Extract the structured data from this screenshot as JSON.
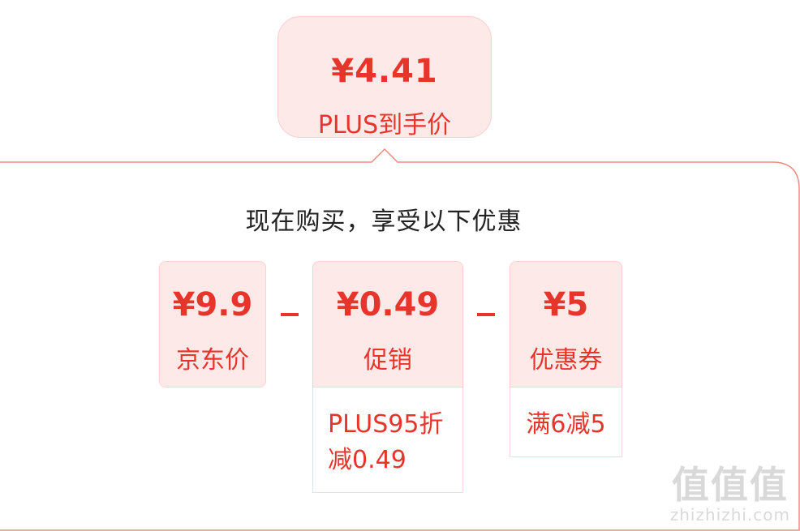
{
  "price_bubble": {
    "amount": "¥4.41",
    "label": "PLUS到手价"
  },
  "headline": "现在购买，享受以下优惠",
  "breakdown": [
    {
      "amount": "¥9.9",
      "label": "京东价"
    },
    {
      "amount": "¥0.49",
      "label": "促销",
      "note_lines": [
        "PLUS95折",
        "减0.49"
      ]
    },
    {
      "amount": "¥5",
      "label": "优惠券",
      "note_lines": [
        "满6减5"
      ]
    }
  ],
  "watermark": {
    "logo": "值值值",
    "site": "zhizhizhi.com"
  },
  "colors": {
    "accent": "#e8352c",
    "box_bg": "#fde9e8",
    "border": "#f0a39e"
  }
}
